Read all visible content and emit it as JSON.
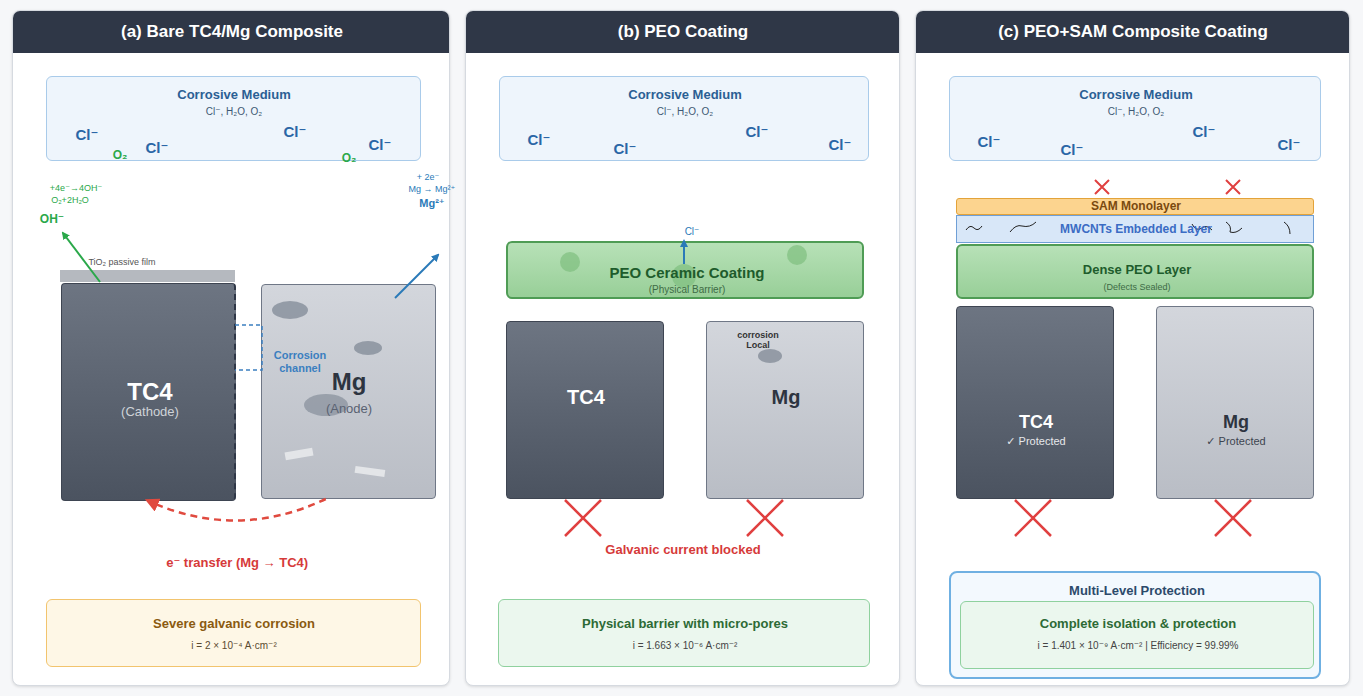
{
  "diagram": {
    "nodes": [
      {
        "text": [
          "(a) Bare TC4/Mg Composite"
        ]
      },
      {
        "text": [
          "Corrosive Medium",
          "Cl⁻, H₂O, O₂",
          "Cl⁻",
          "Cl⁻",
          "Cl⁻",
          "Cl⁻",
          "O₂",
          "O₂"
        ],
        "in": 0
      },
      {
        "text": [
          "TC4",
          "(Cathode)"
        ],
        "in": 0
      },
      {
        "text": [
          "Mg",
          "(Anode)"
        ],
        "in": 0
      },
      {
        "text": [
          "Severe galvanic corrosion",
          "i = 2 × 10⁻⁴ A·cm⁻²"
        ],
        "in": 0
      },
      {
        "text": [
          "(b) PEO Coating"
        ]
      },
      {
        "text": [
          "Corrosive Medium",
          "Cl⁻, H₂O, O₂",
          "Cl⁻",
          "Cl⁻",
          "Cl⁻",
          "Cl⁻"
        ],
        "in": 5
      },
      {
        "text": [
          "PEO Ceramic Coating",
          "(Physical Barrier)"
        ],
        "in": 5
      },
      {
        "text": [
          "TC4"
        ],
        "in": 5
      },
      {
        "text": [
          "Mg",
          "corrosion Local"
        ],
        "in": 5
      },
      {
        "text": [
          "Physical barrier with micro-pores",
          "i = 1.663 × 10⁻⁶ A·cm⁻²"
        ],
        "in": 5
      },
      {
        "text": [
          "(c) PEO+SAM Composite Coating"
        ]
      },
      {
        "text": [
          "Corrosive Medium",
          "Cl⁻, H₂O, O₂",
          "Cl⁻",
          "Cl⁻",
          "Cl⁻",
          "Cl⁻"
        ],
        "in": 11
      },
      {
        "text": [
          "SAM Monolayer"
        ],
        "in": 11
      },
      {
        "text": [
          "MWCNTs Embedded Layer"
        ],
        "in": 11
      },
      {
        "text": [
          "Dense PEO Layer",
          "(Defects Sealed)"
        ],
        "in": 11
      },
      {
        "text": [
          "TC4",
          "✓ Protected"
        ],
        "in": 11
      },
      {
        "text": [
          "Mg",
          "✓ Protected"
        ],
        "in": 11
      },
      {
        "text": [
          "Multi-Level Protection"
        ],
        "in": 11
      },
      {
        "text": [
          "Complete isolation & protection",
          "i = 1.401 × 10⁻⁹ A·cm⁻² | Efficiency = 99.99%"
        ],
        "in": 18
      }
    ],
    "edges": [
      {
        "from": 3,
        "to": 2,
        "arrow": "to",
        "label": "e⁻ transfer (Mg → TC4)"
      }
    ],
    "labels": [
      "+4e⁻→4OH⁻",
      "O₂+2H₂O",
      "OH⁻",
      "TiO₂ passive film",
      "+ 2e⁻",
      "Mg → Mg²⁺",
      "Mg²⁺",
      "Corrosion channel",
      "Cl⁻",
      "Galvanic current blocked"
    ]
  }
}
